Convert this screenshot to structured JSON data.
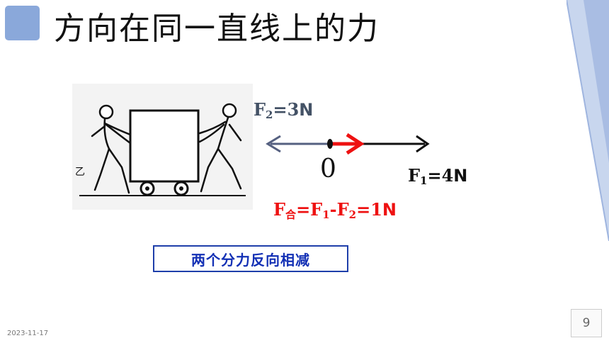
{
  "slide": {
    "title": "方向在同一直线上的力",
    "date": "2023-11-17",
    "page_number": "9"
  },
  "diagram": {
    "person_label": "乙",
    "origin_label": "0",
    "force2": {
      "name": "F",
      "sub": "2",
      "value": "=3",
      "unit": "N"
    },
    "force1": {
      "name": "F",
      "sub": "1",
      "value": "=4",
      "unit": "N"
    },
    "net_force": {
      "name": "F",
      "sub": "合",
      "expr_a": "=F",
      "sub_a": "1",
      "minus": "-F",
      "sub_b": "2",
      "value": "=1",
      "unit": "N"
    },
    "colors": {
      "force2_arrow": "#556080",
      "force1_arrow": "#111111",
      "net_arrow": "#ee1111"
    }
  },
  "note": {
    "text": "两个分力反向相减"
  },
  "theme": {
    "marker_color": "#8aa8da",
    "note_border": "#1f3faa"
  }
}
